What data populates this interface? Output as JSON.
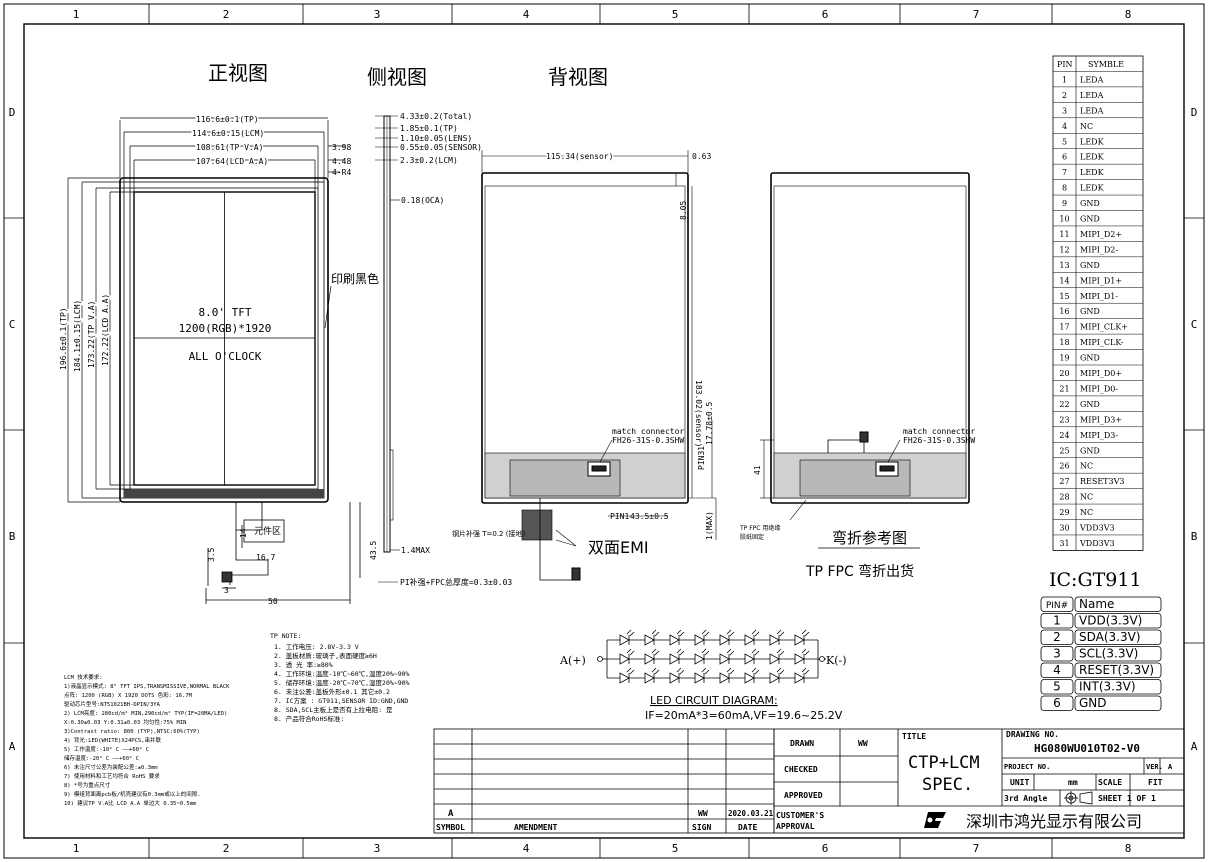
{
  "border": {
    "cols": [
      "1",
      "2",
      "3",
      "4",
      "5",
      "6",
      "7",
      "8"
    ],
    "rows": [
      "D",
      "C",
      "B",
      "A"
    ]
  },
  "views": {
    "front": "正视图",
    "side": "侧视图",
    "back": "背视图",
    "bend_ref": "弯折参考图",
    "bend_note": "TP FPC 弯折出货"
  },
  "front": {
    "dims_h": [
      "116.6±0.1(TP)",
      "114.6±0.15(LCM)",
      "108.61(TP V.A)",
      "107.64(LCD A.A)"
    ],
    "dims_right": [
      "3.98",
      "4.48",
      "4-R4"
    ],
    "dims_v": [
      "196.6±0.1(TP)",
      "184.1±0.15(LCM)",
      "173.22(TP V.A)",
      "172.22(LCD A.A)"
    ],
    "center": [
      "8.0' TFT",
      "1200(RGB)*1920",
      "ALL O'CLOCK"
    ],
    "print_black": "印刷黑色",
    "component_area": "元件区",
    "bottom_dims": [
      "3.5",
      "3",
      "16.7",
      "14",
      "50",
      "43.5"
    ]
  },
  "side": {
    "dims": [
      "4.33±0.2(Total)",
      "1.85±0.1(TP)",
      "1.10±0.05(LENS)",
      "0.55±0.05(SENSOR)",
      "2.3±0.2(LCM)",
      "0.18(OCA)"
    ],
    "max": "1.4MAX",
    "pi_note": "PI补强+FPC总厚度=0.3±0.03"
  },
  "back": {
    "width_dim": "115.34(sensor)",
    "right_dim": "0.63",
    "top_dim": "8.05",
    "height_dim": "183.02(sensor)",
    "connector": [
      "match connector",
      "FH26-31S-0.3SHW"
    ],
    "pin31": "PIN31",
    "pin31_dim": "17.78±0.5",
    "pin1": "PIN1",
    "pin1_dim": "43.5±0.5",
    "max": "1(MAX)",
    "steel": "钢片补强 T=0.2 (接地)",
    "emi": "双面EMI"
  },
  "bend": {
    "connector": [
      "match connector",
      "FH26-31S-0.3SHW"
    ],
    "dim": "41",
    "note": [
      "TP FPC 用绝缘",
      "胶纸固定"
    ]
  },
  "pin_table": {
    "headers": [
      "PIN",
      "SYMBLE"
    ],
    "rows": [
      [
        "1",
        "LEDA"
      ],
      [
        "2",
        "LEDA"
      ],
      [
        "3",
        "LEDA"
      ],
      [
        "4",
        "NC"
      ],
      [
        "5",
        "LEDK"
      ],
      [
        "6",
        "LEDK"
      ],
      [
        "7",
        "LEDK"
      ],
      [
        "8",
        "LEDK"
      ],
      [
        "9",
        "GND"
      ],
      [
        "10",
        "GND"
      ],
      [
        "11",
        "MIPI_D2+"
      ],
      [
        "12",
        "MIPI_D2-"
      ],
      [
        "13",
        "GND"
      ],
      [
        "14",
        "MIPI_D1+"
      ],
      [
        "15",
        "MIPI_D1-"
      ],
      [
        "16",
        "GND"
      ],
      [
        "17",
        "MIPI_CLK+"
      ],
      [
        "18",
        "MIPI_CLK-"
      ],
      [
        "19",
        "GND"
      ],
      [
        "20",
        "MIPI_D0+"
      ],
      [
        "21",
        "MIPI_D0-"
      ],
      [
        "22",
        "GND"
      ],
      [
        "23",
        "MIPI_D3+"
      ],
      [
        "24",
        "MIPI_D3-"
      ],
      [
        "25",
        "GND"
      ],
      [
        "26",
        "NC"
      ],
      [
        "27",
        "RESET3V3"
      ],
      [
        "28",
        "NC"
      ],
      [
        "29",
        "NC"
      ],
      [
        "30",
        "VDD3V3"
      ],
      [
        "31",
        "VDD3V3"
      ]
    ]
  },
  "ic": {
    "title": "IC:GT911",
    "headers": [
      "PIN#",
      "Name"
    ],
    "rows": [
      [
        "1",
        "VDD(3.3V)"
      ],
      [
        "2",
        "SDA(3.3V)"
      ],
      [
        "3",
        "SCL(3.3V)"
      ],
      [
        "4",
        "RESET(3.3V)"
      ],
      [
        "5",
        "INT(3.3V)"
      ],
      [
        "6",
        "GND"
      ]
    ]
  },
  "led": {
    "anode": "A(+)",
    "cathode": "K(-)",
    "title": "LED CIRCUIT DIAGRAM:",
    "spec": "IF=20mA*3=60mA,VF=19.6~25.2V"
  },
  "tp_note": {
    "title": "TP NOTE:",
    "lines": [
      "1. 工作电压: 2.8V-3.3 V",
      "2. 盖板材质:玻璃子,表面硬度≥6H",
      "3. 透 光 率:≥80%",
      "4. 工作环境:温度-10℃~60℃,湿度20%~90%",
      "5. 储存环境:温度-20℃~70℃,湿度20%~90%",
      "6. 未注公差:盖板外形±0.1  其它±0.2",
      "7. IC方案   : GT911,SENSOR ID:GND,GND",
      "8. SDA,SCL主板上是否有上拉电阻: 是",
      "8. 产品符合RoHS标准:"
    ]
  },
  "lcm_note": {
    "title": "LCM 技术要求:",
    "lines": [
      "1)液晶显示模式: 8\" TFT IPS,TRANSMISSIVE,NORMAL BLACK",
      "  点阵: 1200 (RGB) X 1920 DOTS 色彩: 16.7M",
      "  驱动芯片型号:NT51021BH-DPIN/3YA",
      "2) LCM亮度: 280cd/m² MIN,290cd/m² TYP(IF=20MA/LED)",
      "  X:0.30±0.03  Y:0.31±0.03  均匀性:75% MIN",
      "3)Contrast ratio: 800 (TYP),NTSC:60%(TYP)",
      "4) 背光:LED(WHITE)X24PCS,串并联",
      "5) 工作温度:-10° C ——+60° C",
      "   储存温度:-20° C ——+60° C",
      "6) 未注尺寸公差为装配公差:±0.3mm",
      "7) 使用材料和工艺均符合 RoHS 要求",
      "8) *号为重点尺寸",
      "9) 模组背面离pcb板/机壳建议有0.3mm或以上的间隙.",
      "10) 建议TP V.A比 LCD A.A 单边大 0.35~0.5mm"
    ]
  },
  "revision": {
    "symbol_hdr": "SYMBOL",
    "amend_hdr": "AMENDMENT",
    "sign_hdr": "SIGN",
    "date_hdr": "DATE",
    "symbol": "A",
    "sign": "WW",
    "date": "2020.03.21"
  },
  "title_block": {
    "drawn": "DRAWN",
    "drawn_by": "WW",
    "checked": "CHECKED",
    "approved": "APPROVED",
    "customer": [
      "CUSTOMER'S",
      "APPROVAL"
    ],
    "title_label": "TITLE",
    "title": [
      "CTP+LCM",
      "SPEC."
    ],
    "drawing_no_label": "DRAWING NO.",
    "drawing_no": "HG080WU010T02-V0",
    "project_no": "PROJECT NO.",
    "ver": "VER.",
    "ver_val": "A",
    "unit": "UNIT",
    "unit_val": "mm",
    "scale": "SCALE",
    "scale_val": "FIT",
    "angle": "3rd Angle",
    "sheet": "SHEET 1 OF 1",
    "company": "深圳市鸿光显示有限公司"
  }
}
